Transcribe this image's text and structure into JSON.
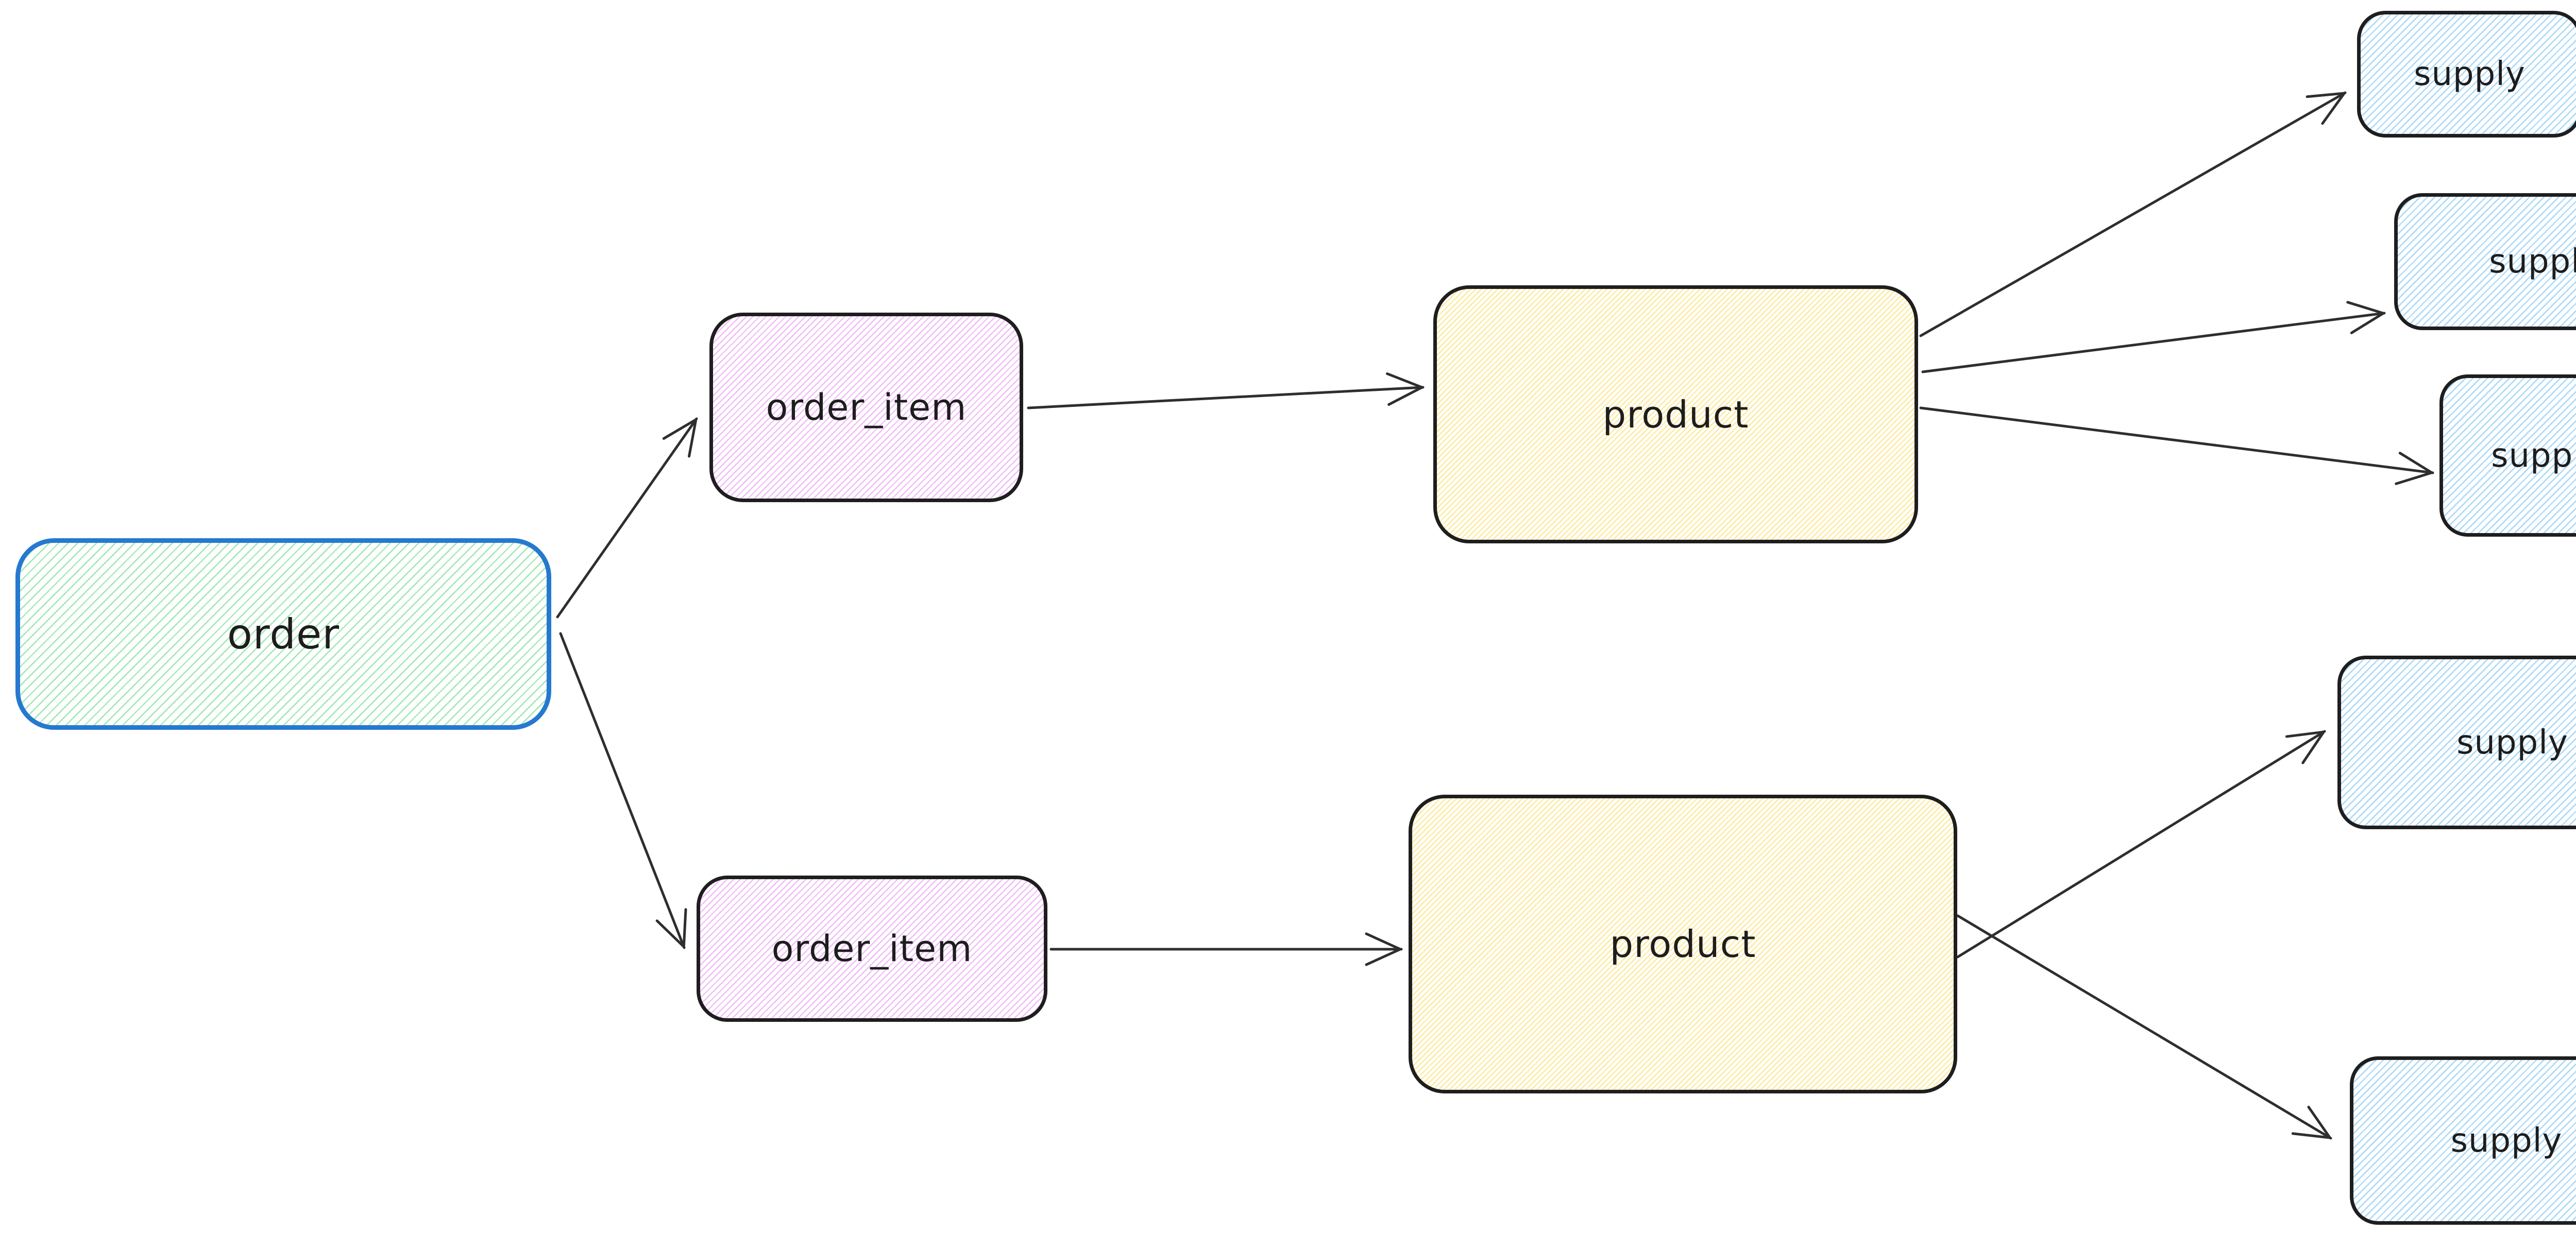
{
  "diagram": {
    "type": "entity-flow",
    "background": "#ffffff"
  },
  "colors": {
    "background": "#ffffff",
    "order-border": "#2579cf",
    "box-border": "#1e1e1e",
    "arrow": "#2e2e2e",
    "text": "#1d1d1d",
    "hatch-green": "#9ce8af",
    "hatch-violet": "#f1bdf8",
    "hatch-yellow": "#ffe99b",
    "hatch-blue": "#a8d8f8"
  },
  "nodes": [
    {
      "id": "order",
      "label": "order",
      "fill": "green",
      "border": "#2579cf"
    },
    {
      "id": "order_item_1",
      "label": "order_item",
      "fill": "violet",
      "border": "#1e1e1e"
    },
    {
      "id": "order_item_2",
      "label": "order_item",
      "fill": "violet",
      "border": "#1e1e1e"
    },
    {
      "id": "product_1",
      "label": "product",
      "fill": "yellow",
      "border": "#1e1e1e"
    },
    {
      "id": "product_2",
      "label": "product",
      "fill": "yellow",
      "border": "#1e1e1e"
    },
    {
      "id": "supply_1",
      "label": "supply",
      "fill": "blue",
      "border": "#1e1e1e"
    },
    {
      "id": "supply_2",
      "label": "supply",
      "fill": "blue",
      "border": "#1e1e1e"
    },
    {
      "id": "supply_3",
      "label": "supply",
      "fill": "blue",
      "border": "#1e1e1e"
    },
    {
      "id": "supply_4",
      "label": "supply",
      "fill": "blue",
      "border": "#1e1e1e"
    },
    {
      "id": "supply_5",
      "label": "supply",
      "fill": "blue",
      "border": "#1e1e1e"
    }
  ],
  "edges": [
    {
      "from": "order",
      "to": "order_item_1"
    },
    {
      "from": "order",
      "to": "order_item_2"
    },
    {
      "from": "order_item_1",
      "to": "product_1"
    },
    {
      "from": "order_item_2",
      "to": "product_2"
    },
    {
      "from": "product_1",
      "to": "supply_1"
    },
    {
      "from": "product_1",
      "to": "supply_2"
    },
    {
      "from": "product_1",
      "to": "supply_3"
    },
    {
      "from": "product_2",
      "to": "supply_4"
    },
    {
      "from": "product_2",
      "to": "supply_5"
    }
  ]
}
